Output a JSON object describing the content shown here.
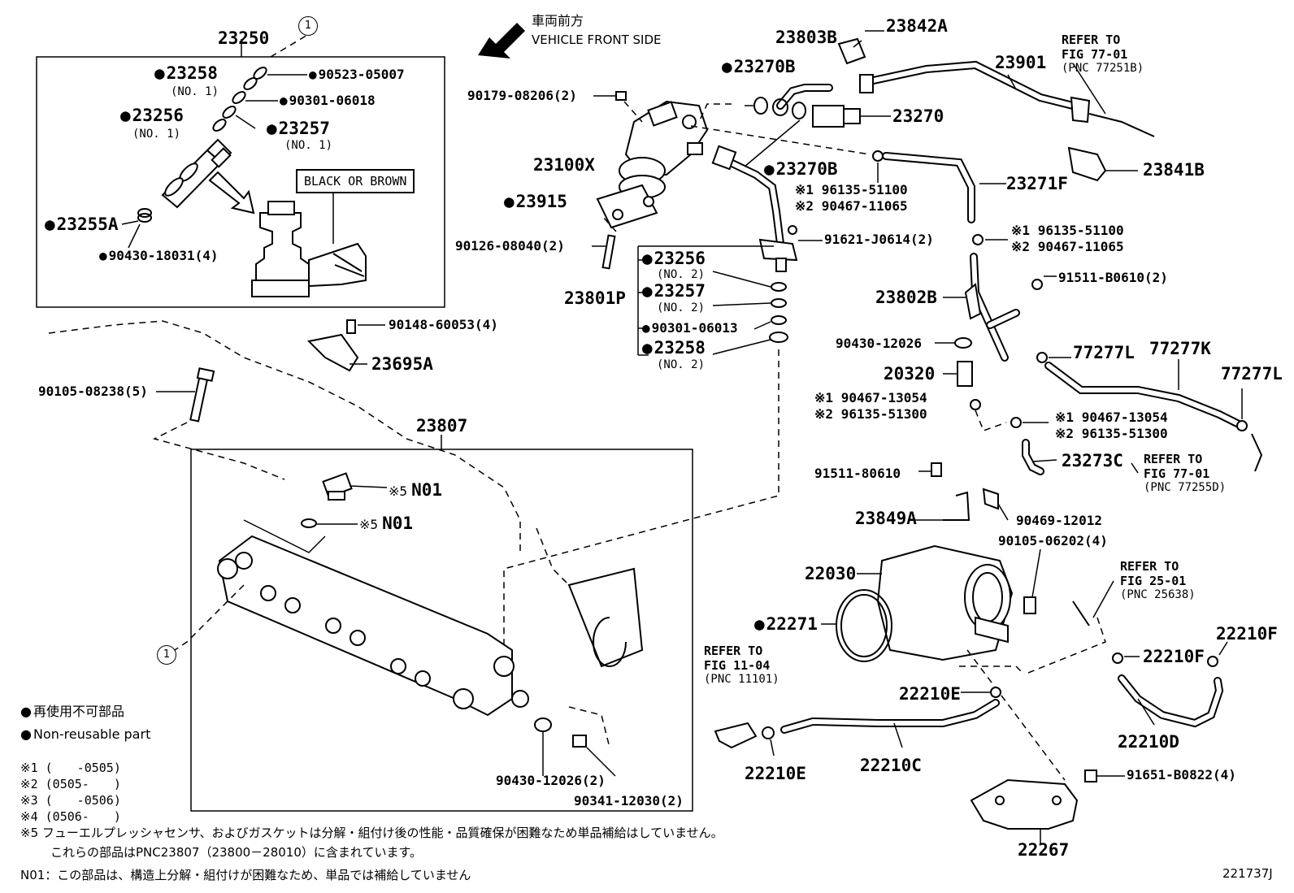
{
  "header": {
    "direction_jp": "車両前方",
    "direction_en": "VEHICLE FRONT SIDE"
  },
  "injector_box": {
    "group_pn": "23250",
    "callout": "1",
    "color_label": "BLACK OR BROWN",
    "parts": {
      "p23258": "23258",
      "p23258_sub": "(NO. 1)",
      "p90523": "90523-05007",
      "p90301a": "90301-06018",
      "p23256": "23256",
      "p23256_sub": "(NO. 1)",
      "p23257": "23257",
      "p23257_sub": "(NO. 1)",
      "p23255A": "23255A",
      "p90430a": "90430-18031(4)"
    }
  },
  "parts": {
    "p90179": "90179-08206(2)",
    "p23100X": "23100X",
    "p23915": "23915",
    "p90126": "90126-08040(2)",
    "p23803B": "23803B",
    "p23842A": "23842A",
    "p23270B_a": "23270B",
    "p23270": "23270",
    "p23270B_b": "23270B",
    "p23901": "23901",
    "p23841B": "23841B",
    "p23271F": "23271F",
    "m1a_mark": "※1",
    "m1a": "96135-51100",
    "m2a_mark": "※2",
    "m2a": "90467-11065",
    "m1b_mark": "※1",
    "m1b": "96135-51100",
    "m2b_mark": "※2",
    "m2b": "90467-11065",
    "p91621": "91621-J0614(2)",
    "p23801P": "23801P",
    "s23256": "23256",
    "s23256_sub": "(NO. 2)",
    "s23257": "23257",
    "s23257_sub": "(NO. 2)",
    "s90301": "90301-06013",
    "s23258": "23258",
    "s23258_sub": "(NO. 2)",
    "p91511a": "91511-B0610(2)",
    "p23802B": "23802B",
    "p90430b": "90430-12026",
    "p20320": "20320",
    "m1c_mark": "※1",
    "m1c": "90467-13054",
    "m2c_mark": "※2",
    "m2c": "96135-51300",
    "m1d_mark": "※1",
    "m1d": "90467-13054",
    "m2d_mark": "※2",
    "m2d": "96135-51300",
    "p77277L_a": "77277L",
    "p77277K": "77277K",
    "p77277L_b": "77277L",
    "p23273C": "23273C",
    "p90148": "90148-60053(4)",
    "p23695A": "23695A",
    "p90105a": "90105-08238(5)",
    "p23807": "23807",
    "n01a_mark": "※5",
    "n01a": "N01",
    "n01b_mark": "※5",
    "n01b": "N01",
    "callout2": "1",
    "p90430c": "90430-12026(2)",
    "p90341": "90341-12030(2)",
    "p91511b": "91511-80610",
    "p23849A": "23849A",
    "p90469": "90469-12012",
    "p90105b": "90105-06202(4)",
    "p22030": "22030",
    "p22271": "22271",
    "p22210E_a": "22210E",
    "p22210E_b": "22210E",
    "p22210C": "22210C",
    "p22210F_a": "22210F",
    "p22210F_b": "22210F",
    "p22210D": "22210D",
    "p91651": "91651-B0822(4)",
    "p22267": "22267"
  },
  "refs": {
    "r1_title": "REFER TO",
    "r1_fig": "FIG 77-01",
    "r1_pnc": "(PNC 77251B)",
    "r2_title": "REFER TO",
    "r2_fig": "FIG 77-01",
    "r2_pnc": "(PNC 77255D)",
    "r3_title": "REFER TO",
    "r3_fig": "FIG 25-01",
    "r3_pnc": "(PNC 25638)",
    "r4_title": "REFER TO",
    "r4_fig": "FIG 11-04",
    "r4_pnc": "(PNC 11101)"
  },
  "legend": {
    "nonreusable_jp": "再使用不可部品",
    "nonreusable_en": "Non-reusable part",
    "m1": "※1 (　　-0505)",
    "m2": "※2 (0505-　　)",
    "m3": "※3 (　　-0506)",
    "m4": "※4 (0506-　　)",
    "m5_line1": "※5 フューエルプレッシャセンサ、およびガスケットは分解・組付け後の性能・品質確保が困難なため単品補給はしていません。",
    "m5_line2": "これらの部品はPNC23807（23800－28010）に含まれています。",
    "n01": "N01：この部品は、構造上分解・組付けが困難なため、単品では補給していません"
  },
  "figure_id": "221737J"
}
